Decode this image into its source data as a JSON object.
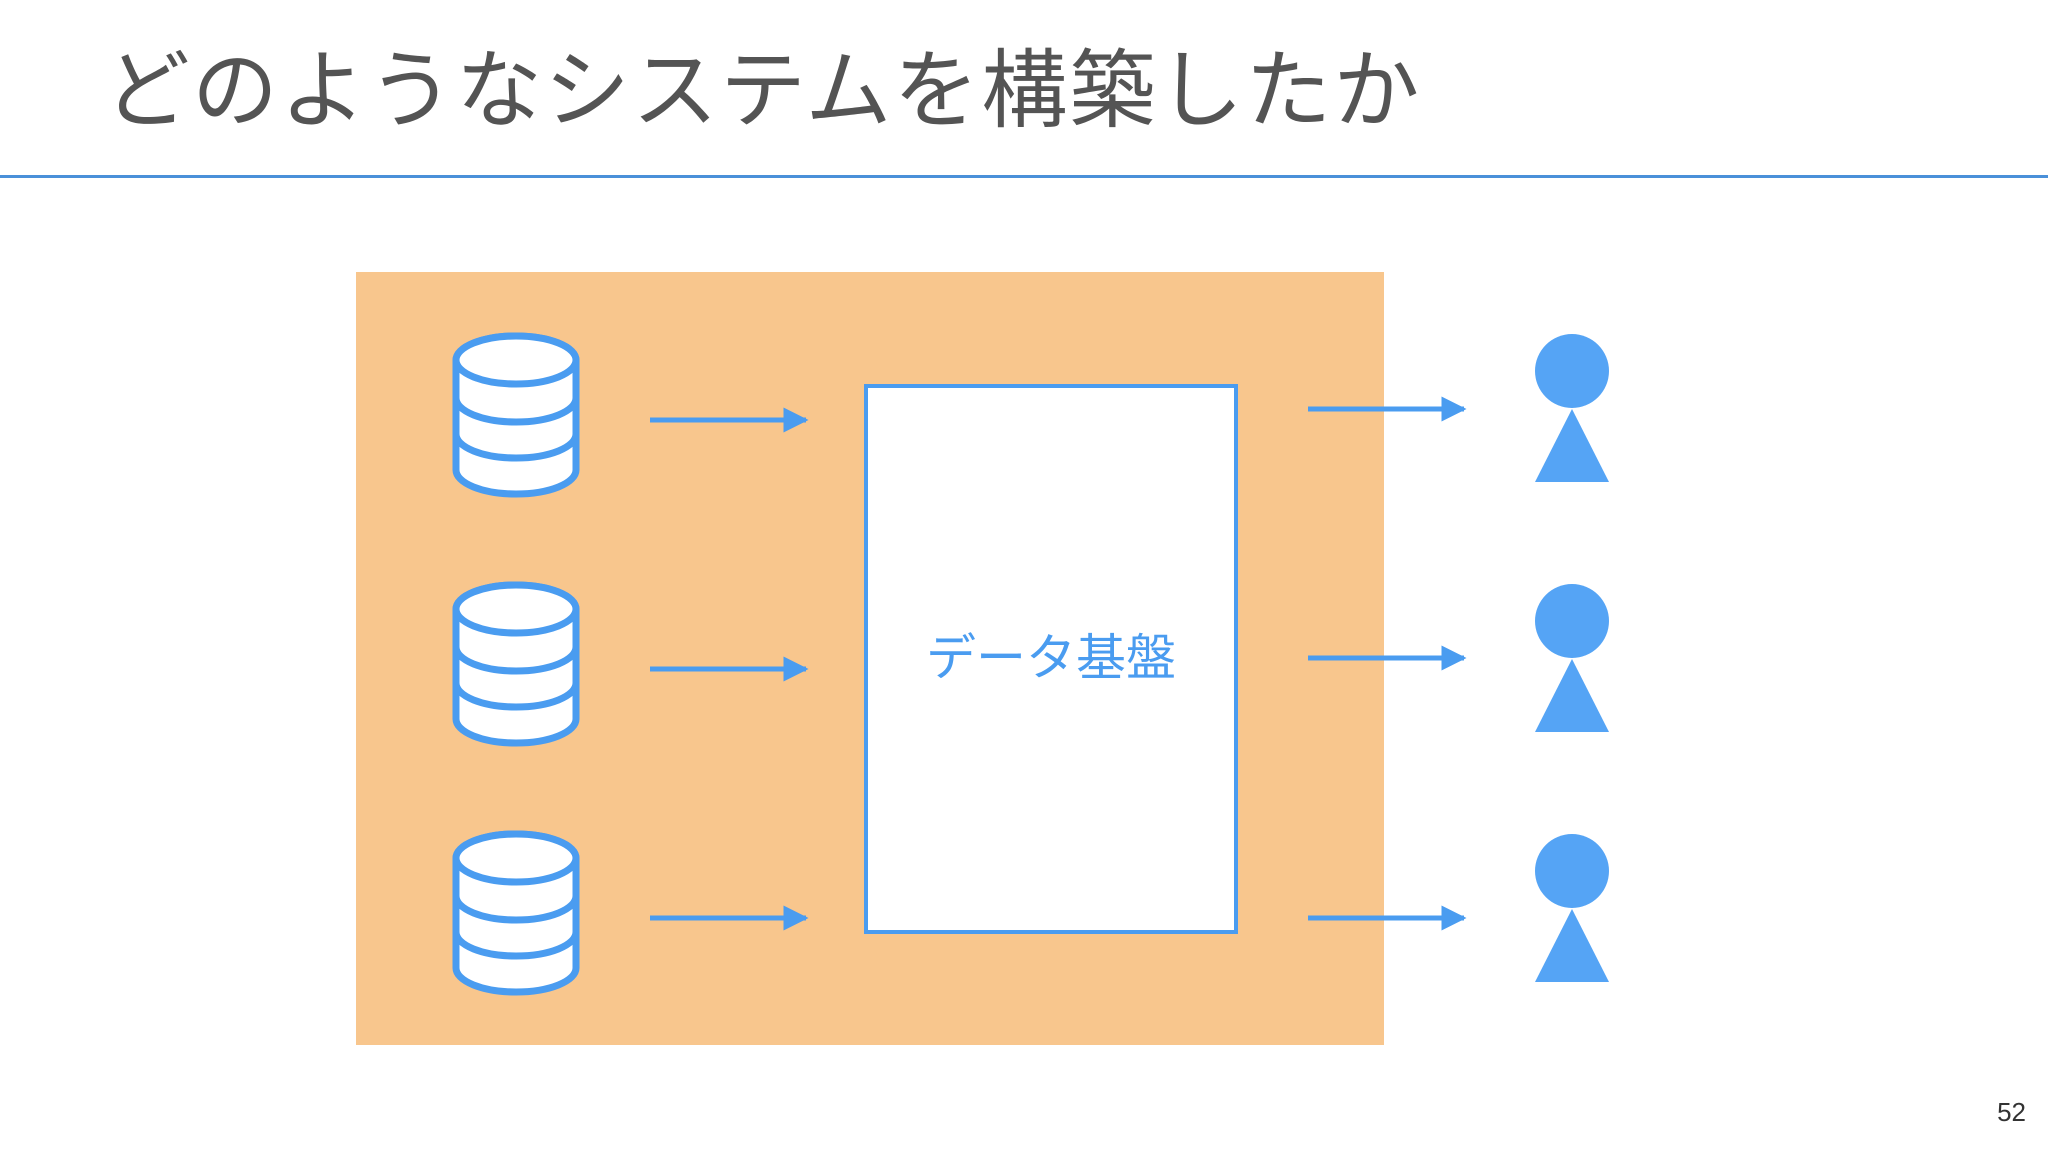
{
  "slide": {
    "title": "どのようなシステムを構築したか",
    "page_number": "52"
  },
  "diagram": {
    "platform": {
      "label": "データ基盤"
    },
    "sources": [
      {
        "icon": "database-icon"
      },
      {
        "icon": "database-icon"
      },
      {
        "icon": "database-icon"
      }
    ],
    "users": [
      {
        "icon": "person-icon"
      },
      {
        "icon": "person-icon"
      },
      {
        "icon": "person-icon"
      }
    ]
  },
  "colors": {
    "title_text": "#545454",
    "title_rule": "#4a90d9",
    "organization_area": "#f8c68d",
    "accent_blue": "#4a9cf0",
    "person_fill": "#55a4f5",
    "platform_fill": "#ffffff"
  }
}
